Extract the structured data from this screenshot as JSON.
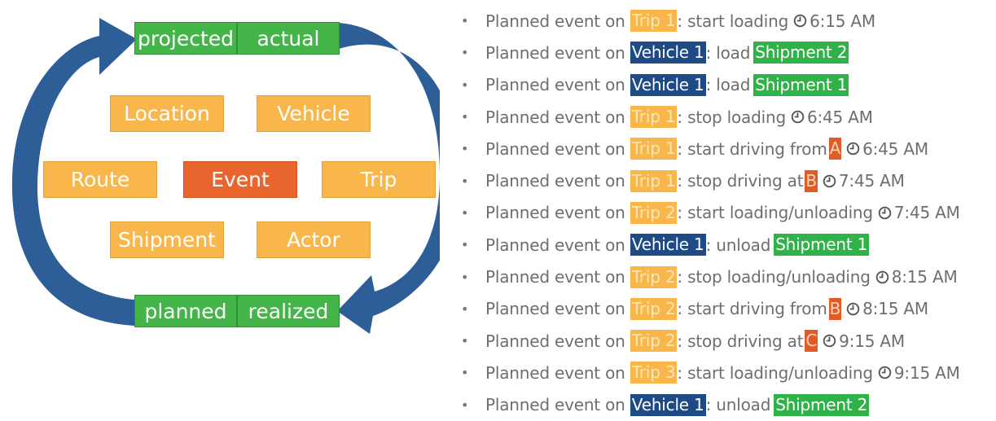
{
  "diagram": {
    "top": {
      "projected": "projected",
      "actual": "actual"
    },
    "bottom": {
      "planned": "planned",
      "realized": "realized"
    },
    "entities": {
      "location": "Location",
      "vehicle": "Vehicle",
      "route": "Route",
      "event": "Event",
      "trip": "Trip",
      "shipment": "Shipment",
      "actor": "Actor"
    },
    "colors": {
      "arrow": "#2d5e98",
      "green": "#44b549",
      "orange": "#f9b74b",
      "red": "#e8652e"
    }
  },
  "events": [
    {
      "prefix": "Planned event on ",
      "subject": "Trip 1",
      "subject_type": "trip",
      "action": ": start loading",
      "time": "6:15 AM"
    },
    {
      "prefix": "Planned event on ",
      "subject": "Vehicle 1",
      "subject_type": "vehicle",
      "action": ": load",
      "object": "Shipment 2",
      "object_type": "shipment"
    },
    {
      "prefix": "Planned event on ",
      "subject": "Vehicle 1",
      "subject_type": "vehicle",
      "action": ": load",
      "object": "Shipment 1",
      "object_type": "shipment"
    },
    {
      "prefix": "Planned event on ",
      "subject": "Trip 1",
      "subject_type": "trip",
      "action": ": stop loading",
      "time": "6:45 AM"
    },
    {
      "prefix": "Planned event on ",
      "subject": "Trip 1",
      "subject_type": "trip",
      "action": ": start driving from",
      "location": "A",
      "time": "6:45 AM"
    },
    {
      "prefix": "Planned event on ",
      "subject": "Trip 1",
      "subject_type": "trip",
      "action": ": stop driving at",
      "location": "B",
      "time": "7:45 AM"
    },
    {
      "prefix": "Planned event on ",
      "subject": "Trip 2",
      "subject_type": "trip",
      "action": ": start loading/unloading",
      "time": "7:45 AM"
    },
    {
      "prefix": "Planned event on ",
      "subject": "Vehicle 1",
      "subject_type": "vehicle",
      "action": ": unload",
      "object": "Shipment 1",
      "object_type": "shipment"
    },
    {
      "prefix": "Planned event on ",
      "subject": "Trip 2",
      "subject_type": "trip",
      "action": ": stop loading/unloading",
      "time": "8:15 AM"
    },
    {
      "prefix": "Planned event on ",
      "subject": "Trip 2",
      "subject_type": "trip",
      "action": ": start driving from",
      "location": "B",
      "time": "8:15 AM"
    },
    {
      "prefix": "Planned event on ",
      "subject": "Trip 2",
      "subject_type": "trip",
      "action": ": stop driving at",
      "location": "C",
      "time": "9:15 AM"
    },
    {
      "prefix": "Planned event on ",
      "subject": "Trip 3",
      "subject_type": "trip",
      "action": ": start loading/unloading",
      "time": "9:15 AM"
    },
    {
      "prefix": "Planned event on ",
      "subject": "Vehicle 1",
      "subject_type": "vehicle",
      "action": ": unload",
      "object": "Shipment 2",
      "object_type": "shipment"
    }
  ]
}
